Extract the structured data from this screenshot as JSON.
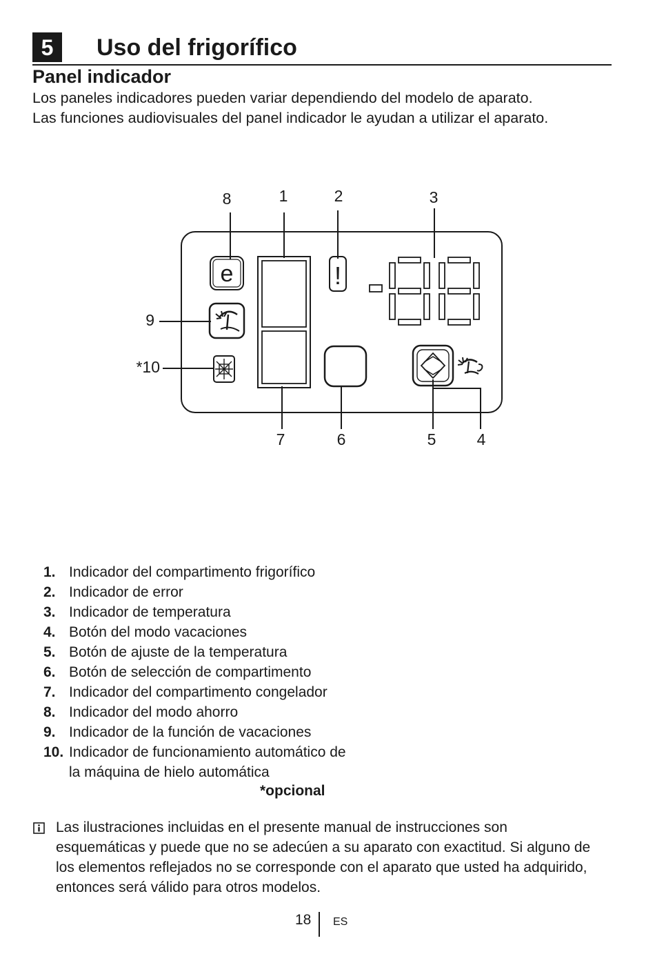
{
  "section": {
    "number": "5",
    "title": "Uso del frigorífico"
  },
  "subheading": "Panel indicador",
  "intro": [
    "Los paneles indicadores pueden variar dependiendo del modelo de aparato.",
    "Las funciones audiovisuales del panel indicador le ayudan a utilizar el aparato."
  ],
  "diagram": {
    "callouts": {
      "c1": "1",
      "c2": "2",
      "c3": "3",
      "c4": "4",
      "c5": "5",
      "c6": "6",
      "c7": "7",
      "c8": "8",
      "c9": "9",
      "c10": "*10"
    },
    "eco_letter": "e",
    "error_symbol": "!"
  },
  "legend": [
    {
      "num": "1.",
      "text": "Indicador del compartimento frigorífico"
    },
    {
      "num": "2.",
      "text": "Indicador de error"
    },
    {
      "num": "3.",
      "text": "Indicador de temperatura"
    },
    {
      "num": "4.",
      "text": "Botón del modo vacaciones"
    },
    {
      "num": "5.",
      "text": "Botón de ajuste de la temperatura"
    },
    {
      "num": "6.",
      "text": "Botón de selección de compartimento"
    },
    {
      "num": "7.",
      "text": "Indicador del compartimento congelador"
    },
    {
      "num": "8.",
      "text": "Indicador del modo ahorro"
    },
    {
      "num": "9.",
      "text": "Indicador de la función de vacaciones"
    },
    {
      "num": "10.",
      "text": "Indicador de funcionamiento automático de"
    },
    {
      "num": "",
      "text": "la máquina de hielo automática"
    }
  ],
  "optional": "*opcional",
  "note": [
    "Las ilustraciones incluidas en el presente manual de instrucciones son",
    "esquemáticas y puede que no se adecúen a su aparato con exactitud. Si alguno de",
    "los elementos reflejados no se corresponde con el aparato que usted ha adquirido,",
    "entonces será válido para otros modelos."
  ],
  "footer": {
    "page": "18",
    "lang": "ES"
  }
}
